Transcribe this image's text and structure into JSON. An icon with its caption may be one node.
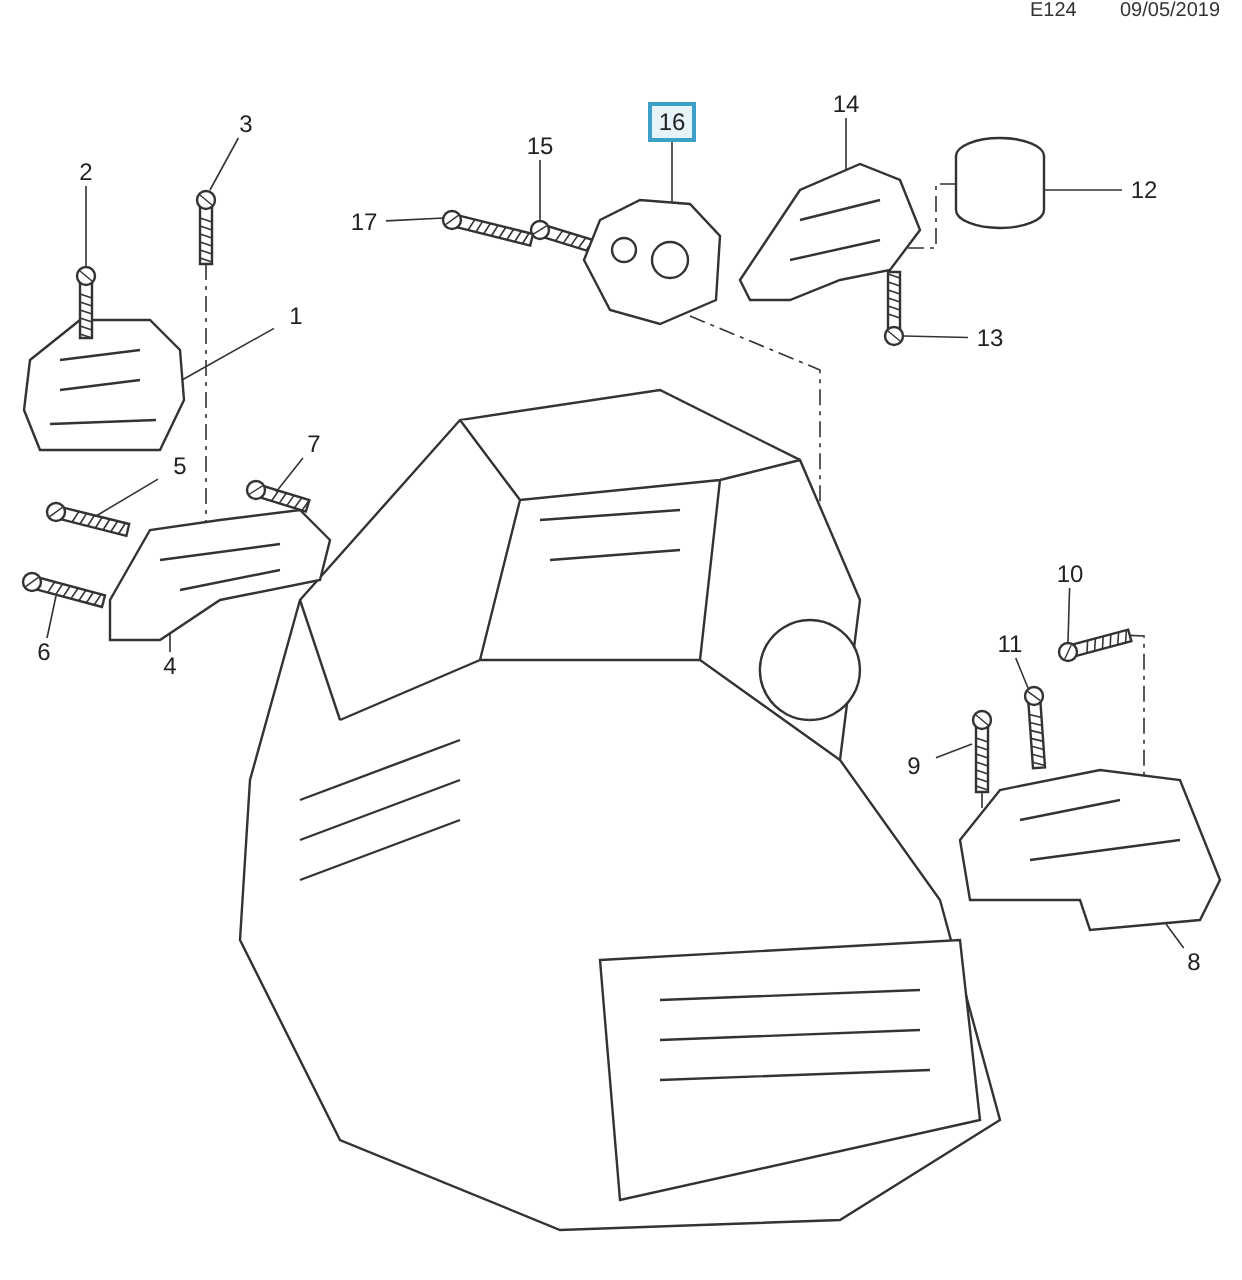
{
  "diagram": {
    "nodes": [
      {
        "text": [
          "1"
        ]
      },
      {
        "text": [
          "2"
        ]
      },
      {
        "text": [
          "3"
        ]
      },
      {
        "text": [
          "4"
        ]
      },
      {
        "text": [
          "5"
        ]
      },
      {
        "text": [
          "6"
        ]
      },
      {
        "text": [
          "7"
        ]
      },
      {
        "text": [
          "8"
        ]
      },
      {
        "text": [
          "9"
        ]
      },
      {
        "text": [
          "10"
        ]
      },
      {
        "text": [
          "11"
        ]
      },
      {
        "text": [
          "12"
        ]
      },
      {
        "text": [
          "13"
        ]
      },
      {
        "text": [
          "14"
        ]
      },
      {
        "text": [
          "15"
        ]
      },
      {
        "text": [
          "16"
        ]
      },
      {
        "text": [
          "17"
        ]
      },
      {
        "text": [],
        "shape": "picture"
      },
      {
        "text": [],
        "shape": "picture"
      },
      {
        "text": [],
        "shape": "picture"
      },
      {
        "text": [],
        "shape": "picture"
      },
      {
        "text": [],
        "shape": "picture"
      },
      {
        "text": [],
        "shape": "picture"
      },
      {
        "text": [],
        "shape": "picture"
      },
      {
        "text": [],
        "shape": "picture"
      },
      {
        "text": [],
        "shape": "picture"
      },
      {
        "text": [],
        "shape": "picture"
      },
      {
        "text": [],
        "shape": "picture"
      },
      {
        "text": [],
        "shape": "picture"
      },
      {
        "text": [],
        "shape": "picture"
      },
      {
        "text": [],
        "shape": "picture"
      },
      {
        "text": [],
        "shape": "picture"
      },
      {
        "text": [],
        "shape": "picture"
      },
      {
        "text": [],
        "shape": "picture"
      },
      {
        "text": [],
        "shape": "picture"
      }
    ],
    "edges": [
      {
        "from": 0,
        "to": 17,
        "arrow": "none"
      },
      {
        "from": 1,
        "to": 18,
        "arrow": "none"
      },
      {
        "from": 2,
        "to": 19,
        "arrow": "none"
      },
      {
        "from": 3,
        "to": 20,
        "arrow": "none"
      },
      {
        "from": 4,
        "to": 21,
        "arrow": "none"
      },
      {
        "from": 5,
        "to": 22,
        "arrow": "none"
      },
      {
        "from": 6,
        "to": 23,
        "arrow": "none"
      },
      {
        "from": 7,
        "to": 24,
        "arrow": "none"
      },
      {
        "from": 8,
        "to": 25,
        "arrow": "none"
      },
      {
        "from": 9,
        "to": 26,
        "arrow": "none"
      },
      {
        "from": 10,
        "to": 27,
        "arrow": "none"
      },
      {
        "from": 11,
        "to": 28,
        "arrow": "none"
      },
      {
        "from": 12,
        "to": 29,
        "arrow": "none"
      },
      {
        "from": 13,
        "to": 30,
        "arrow": "none"
      },
      {
        "from": 14,
        "to": 31,
        "arrow": "none"
      },
      {
        "from": 15,
        "to": 32,
        "arrow": "none"
      },
      {
        "from": 16,
        "to": 33,
        "arrow": "none"
      },
      {
        "from": 19,
        "to": 20,
        "arrow": "none",
        "style": "dashed"
      },
      {
        "from": 32,
        "to": 34,
        "arrow": "none",
        "style": "dashed"
      },
      {
        "from": 25,
        "to": 24,
        "arrow": "none",
        "style": "dashed"
      },
      {
        "from": 26,
        "to": 24,
        "arrow": "none",
        "style": "dashed"
      },
      {
        "from": 28,
        "to": 30,
        "arrow": "none",
        "style": "dashed"
      }
    ],
    "labels": [
      "E124",
      "09/05/2019"
    ]
  }
}
